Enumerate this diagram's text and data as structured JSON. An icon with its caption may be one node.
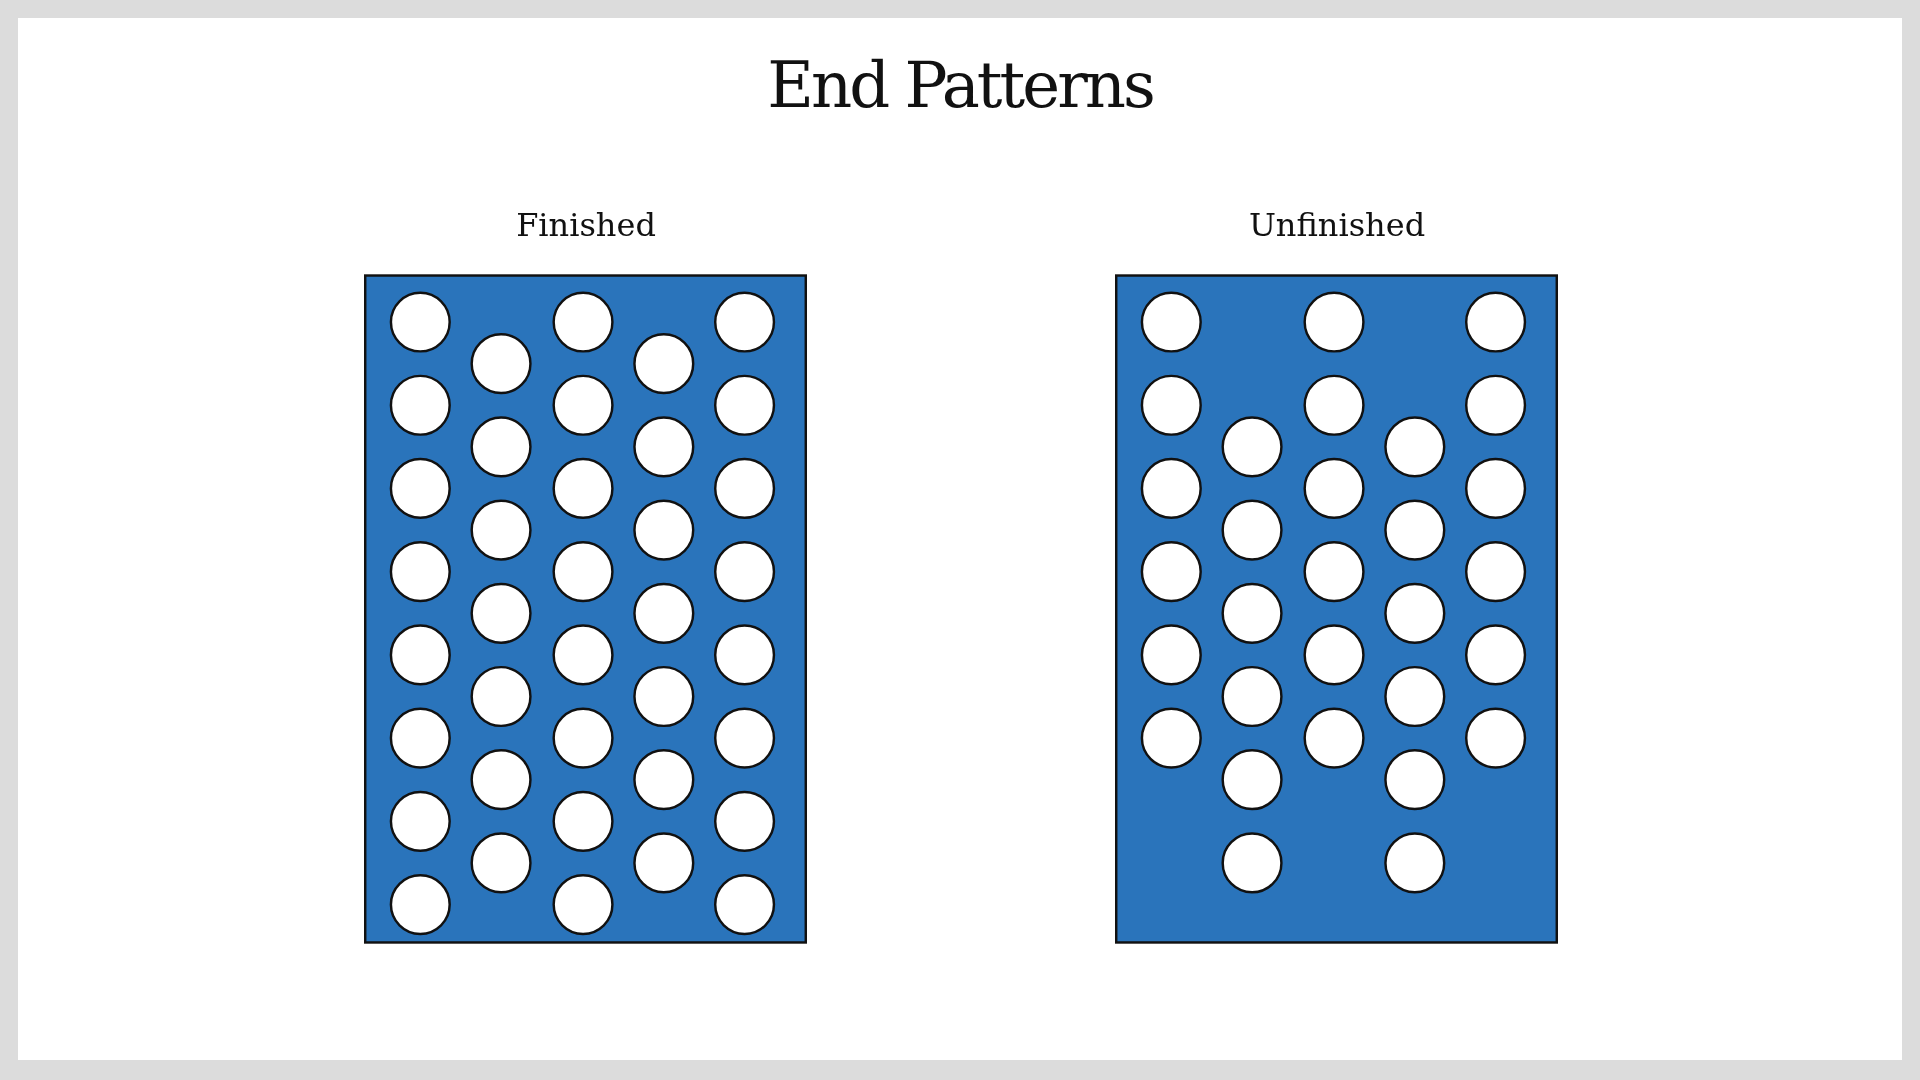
{
  "diagram": {
    "title": "End Patterns",
    "nodes": [
      {
        "text": [
          "Finished"
        ]
      },
      {
        "text": [
          "Unfinished"
        ]
      }
    ]
  }
}
